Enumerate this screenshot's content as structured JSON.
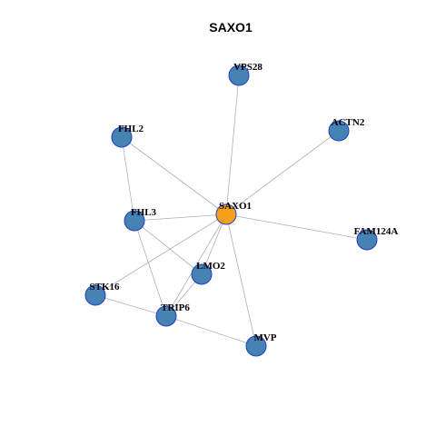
{
  "title": "SAXO1",
  "colors": {
    "hub_fill": "#F5A01A",
    "node_fill": "#4682B4",
    "node_stroke": "#1F3FBF",
    "edge": "#B0B0B0",
    "label": "#000000"
  },
  "nodes": [
    {
      "id": "SAXO1",
      "label": "SAXO1",
      "hub": true
    },
    {
      "id": "VPS28",
      "label": "VPS28"
    },
    {
      "id": "ACTN2",
      "label": "ACTN2"
    },
    {
      "id": "FHL2",
      "label": "FHL2"
    },
    {
      "id": "FHL3",
      "label": "FHL3"
    },
    {
      "id": "FAM124A",
      "label": "FAM124A"
    },
    {
      "id": "LMO2",
      "label": "LMO2"
    },
    {
      "id": "STK16",
      "label": "STK16"
    },
    {
      "id": "TRIP6",
      "label": "TRIP6"
    },
    {
      "id": "MVP",
      "label": "MVP"
    }
  ],
  "edges": [
    [
      "SAXO1",
      "VPS28"
    ],
    [
      "SAXO1",
      "ACTN2"
    ],
    [
      "SAXO1",
      "FAM124A"
    ],
    [
      "SAXO1",
      "FHL3"
    ],
    [
      "SAXO1",
      "LMO2"
    ],
    [
      "SAXO1",
      "STK16"
    ],
    [
      "SAXO1",
      "TRIP6"
    ],
    [
      "SAXO1",
      "MVP"
    ],
    [
      "FHL2",
      "FHL3"
    ],
    [
      "FHL2",
      "SAXO1"
    ],
    [
      "FHL3",
      "LMO2"
    ],
    [
      "FHL3",
      "TRIP6"
    ],
    [
      "LMO2",
      "TRIP6"
    ],
    [
      "STK16",
      "TRIP6"
    ],
    [
      "TRIP6",
      "MVP"
    ]
  ]
}
